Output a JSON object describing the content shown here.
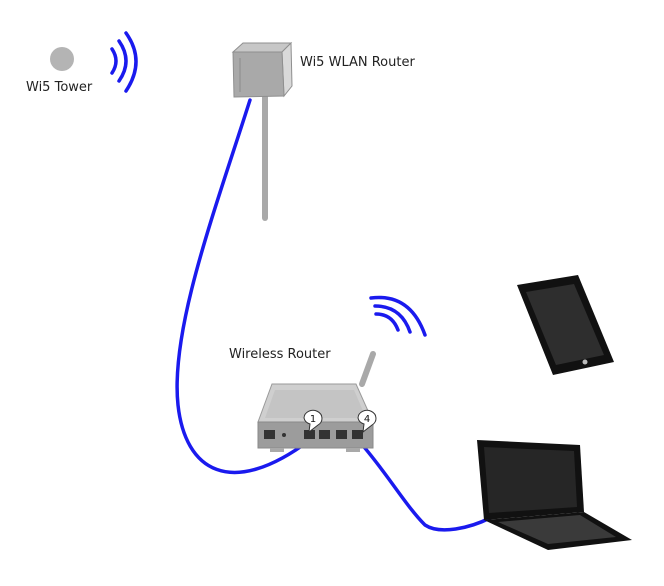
{
  "labels": {
    "tower": "Wi5 Tower",
    "wlan_router": "Wi5 WLAN Router",
    "wireless_router": "Wireless Router"
  },
  "ports": {
    "left": "1",
    "right": "4"
  },
  "icons": [
    "wifi-tower-icon",
    "wlan-router-icon",
    "wireless-router-icon",
    "tablet-icon",
    "laptop-icon",
    "signal-waves-icon"
  ],
  "colors": {
    "cable": "#1a1aee",
    "device_gray": "#a9a9a9",
    "device_dark": "#111111",
    "waves": "#1a1aee"
  }
}
